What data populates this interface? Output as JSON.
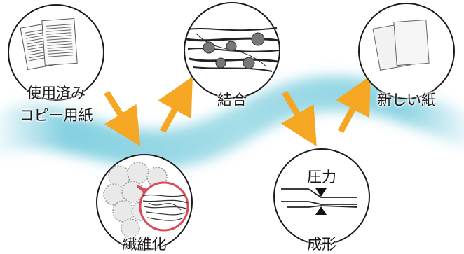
{
  "diagram": {
    "stages": {
      "used_paper": {
        "label": "使用済み\nコピー用紙",
        "icon": "paper-stack-icon"
      },
      "bonding": {
        "label": "結合",
        "icon": "fiber-bonding-icon"
      },
      "new_paper": {
        "label": "新しい紙",
        "icon": "new-paper-icon"
      },
      "fiberization": {
        "label": "繊維化",
        "icon": "fiber-clump-icon"
      },
      "forming": {
        "label": "成形",
        "icon": "press-icon",
        "inner_label": "圧力"
      }
    },
    "colors": {
      "arrow": "#f5a623",
      "wave": "#5bc1d6",
      "circle_stroke": "#1a1a1a",
      "magnifier": "#d64a5a"
    }
  }
}
